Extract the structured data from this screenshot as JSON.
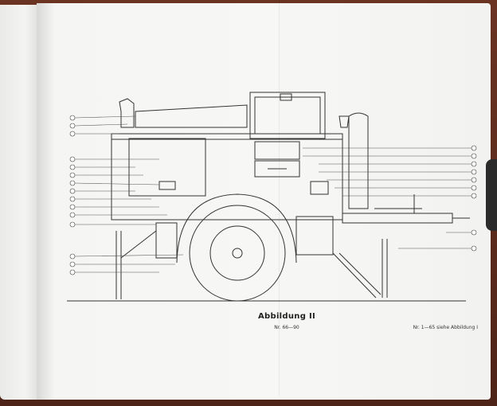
{
  "figure": {
    "caption": "Abbildung II",
    "subcaption": "Nr. 66—90",
    "note": "Nr. 1—65 siehe Abbildung I"
  }
}
